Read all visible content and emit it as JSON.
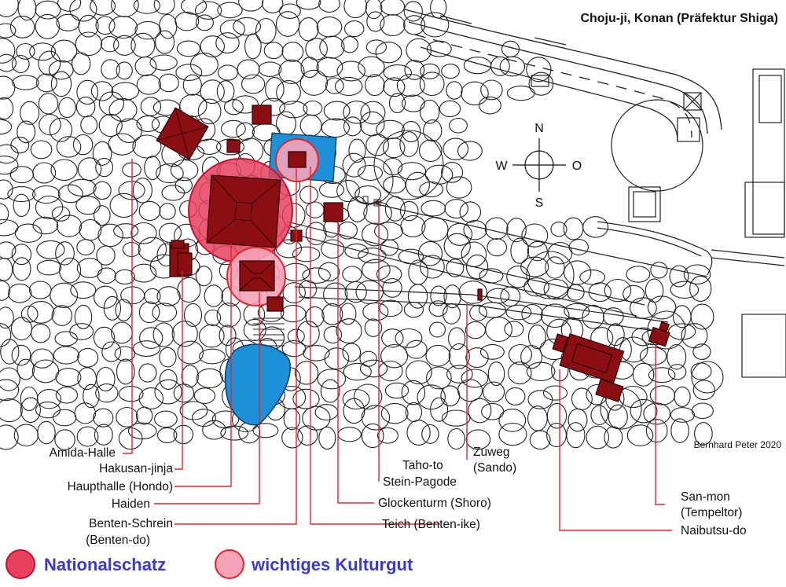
{
  "title": "Choju-ji, Konan (Präfektur Shiga)",
  "credit": "Bernhard Peter 2020",
  "compass": {
    "north": "N",
    "south": "S",
    "west": "W",
    "east": "O"
  },
  "colors": {
    "building": "#8b0f12",
    "national_treasure": "#e8415f",
    "important_cultural_property": "#f4a3b8",
    "water": "#1e90d8",
    "leader_line": "#e0262c",
    "legend_text": "#3b3bc4"
  },
  "labels": {
    "amida": "Amida-Halle",
    "hakusan": "Hakusan-jinja",
    "hondo": "Haupthalle (Hondo)",
    "haiden": "Haiden",
    "benten_1": "Benten-Schrein",
    "benten_2": "(Benten-do)",
    "tahoto": "Taho-to",
    "stein": "Stein-Pagode",
    "zuweg_1": "Zuweg",
    "zuweg_2": "(Sando)",
    "shoro": "Glockenturm (Shoro)",
    "teich": "Teich (Benten-ike)",
    "sanmon_1": "San-mon",
    "sanmon_2": "(Tempeltor)",
    "naibutsu": "Naibutsu-do"
  },
  "legend": {
    "national_treasure": "Nationalschatz",
    "important_cultural_property": "wichtiges Kulturgut"
  }
}
